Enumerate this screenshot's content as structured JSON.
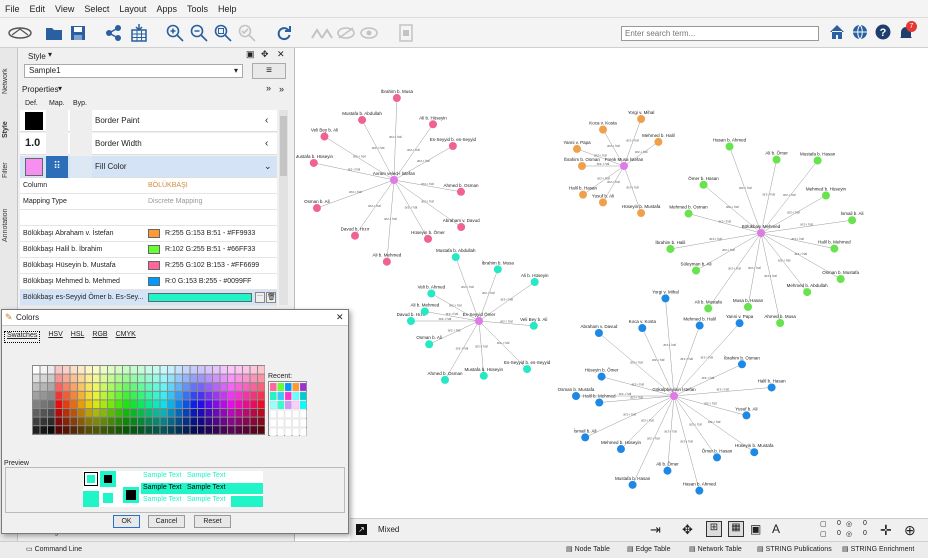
{
  "menu": [
    "File",
    "Edit",
    "View",
    "Select",
    "Layout",
    "Apps",
    "Tools",
    "Help"
  ],
  "search": {
    "placeholder": "Enter search term..."
  },
  "notif_count": "7",
  "left": {
    "vtabs": [
      "Network",
      "Style",
      "Filter",
      "Annotation"
    ],
    "style_label": "Style",
    "style_value": "Sample1",
    "props_label": "Properties",
    "col_def": "Def.",
    "col_map": "Map.",
    "col_byp": "Byp.",
    "border_paint": "Border Paint",
    "border_width_val": "1.0",
    "border_width": "Border Width",
    "fill_color": "Fill Color",
    "column_label": "Column",
    "column_value": "BÖLÜKBAŞI",
    "mapping_label": "Mapping Type",
    "mapping_value": "Discrete Mapping",
    "mappings": [
      {
        "name": "Bölükbaşı Abraham v. İstefan",
        "value": "R:255 G:153 B:51 - #FF9933",
        "color": "#FF9933"
      },
      {
        "name": "Bölükbaşı Halil b. İbrahim",
        "value": "R:102 G:255 B:51 - #66FF33",
        "color": "#66FF33"
      },
      {
        "name": "Bölükbaşı Hüseyin b. Mustafa",
        "value": "R:255 G:102 B:153 - #FF6699",
        "color": "#FF6699"
      },
      {
        "name": "Bölükbaşı Mehmed b. Mehmed",
        "value": "R:0 G:153 B:255 - #0099FF",
        "color": "#0099FF"
      },
      {
        "name": "Bölükbaşı es-Seyyid Ömer b. Es-Sey...",
        "value": "",
        "color": "#1FF5C6"
      }
    ]
  },
  "colors": {
    "title": "Colors",
    "tabs": [
      "Swatches",
      "HSV",
      "HSL",
      "RGB",
      "CMYK"
    ],
    "recent": "Recent:",
    "preview": "Preview",
    "sample": "Sample Text",
    "ok": "OK",
    "cancel": "Cancel",
    "reset": "Reset"
  },
  "canvas": {
    "edge_label": "arz-ı hal",
    "mixed": "Mixed",
    "node_colors": {
      "pink": "#F06292",
      "orange": "#F0A04B",
      "green": "#66E34D",
      "teal": "#27E8C5",
      "blue": "#1E88E5",
      "hub": "#E07AE8"
    },
    "hubs": [
      {
        "name": "Avram veled-i İstefan"
      },
      {
        "name": "Frenk Musa İstefan"
      },
      {
        "name": "Bölükbaşı Mehmed"
      },
      {
        "name": "Es-Seyyid Ömer"
      },
      {
        "name": "Gökalpbeyinin İstefan"
      }
    ],
    "node_names": [
      "Mustafa b. Abdullah",
      "İbrahim b. Musa",
      "Ali b. Hüseyin",
      "Veli Bey b. Ali",
      "Es-Seyyid b. es-Seyyid",
      "Mustafa b. Hüseyin",
      "Ahmed b. Osman",
      "Osman b. Ali",
      "Davud b. Hızır",
      "Ali b. Mehmed",
      "Hüseyin b. Ömer",
      "Abraham v. Davud",
      "Koca v. Kosta",
      "Yorgi v. Mihal",
      "Mehmed b. Halil",
      "Yanni v. Papa",
      "İbrahim b. Osman",
      "Halil b. Hasan",
      "Yusuf b. Ali",
      "Hüseyin b. Mustafa",
      "Ömer b. Hasan",
      "Hasan b. Ahmed",
      "Ali b. Ömer",
      "Mustafa b. Hasan",
      "Mehmed b. Hüseyin",
      "İsmail b. Ali",
      "Halil b. Mehmed",
      "Osman b. Mustafa",
      "Mehmed b. Abdullah",
      "Ahmed b. Musa",
      "Musa b. Hasan",
      "Ali b. Mustafa",
      "Süleyman b. Ali",
      "İbrahim b. Halil",
      "Mehmed b. Osman",
      "Veli b. Ahmed"
    ]
  },
  "bottom": {
    "tables": [
      "Node Table",
      "Edge Table",
      "Network Table",
      "STRING Publications",
      "STRING Enrichment"
    ],
    "command": "Command Line",
    "node": "Node",
    "edge": "Edge",
    "counts": [
      "0",
      "0",
      "0",
      "0"
    ]
  }
}
